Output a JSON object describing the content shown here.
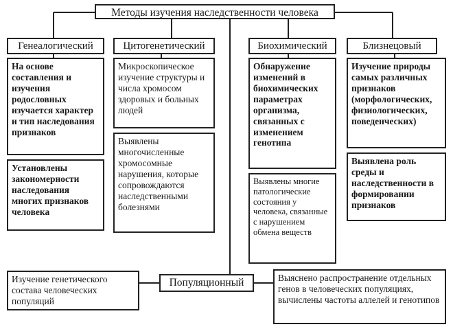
{
  "title": "Методы изучения наследственности человека",
  "columns": [
    {
      "name": "Генеалогический",
      "method": "На основе составления и изучения родословных изучается характер и тип наследования признаков",
      "result": "Установлены закономерности наследования многих признаков человека"
    },
    {
      "name": "Цитогенетический",
      "method": "Микроскопическое изучение структуры и числа хромосом здоровых и больных людей",
      "result": "Выявлены многочисленные хромосомные нарушения, которые сопровождаются наследственными болезнями"
    },
    {
      "name": "Биохимический",
      "method": "Обнаружение изменений в биохимических параметрах организма, связанных с изменением генотипа",
      "result": "Выявлены многие патологические состояния у человека, связанные с нарушением обмена веществ"
    },
    {
      "name": "Близнецовый",
      "method": "Изучение природы самых различных признаков (морфологических, физиологических, поведенческих)",
      "result": "Выявлена роль среды и наследственности в формировании признаков"
    }
  ],
  "population": {
    "name": "Популяционный",
    "method": "Изучение генетического состава человеческих популяций",
    "result": "Выяснено распространение отдельных генов в человеческих популяциях, вычислены частоты аллелей и генотипов"
  }
}
